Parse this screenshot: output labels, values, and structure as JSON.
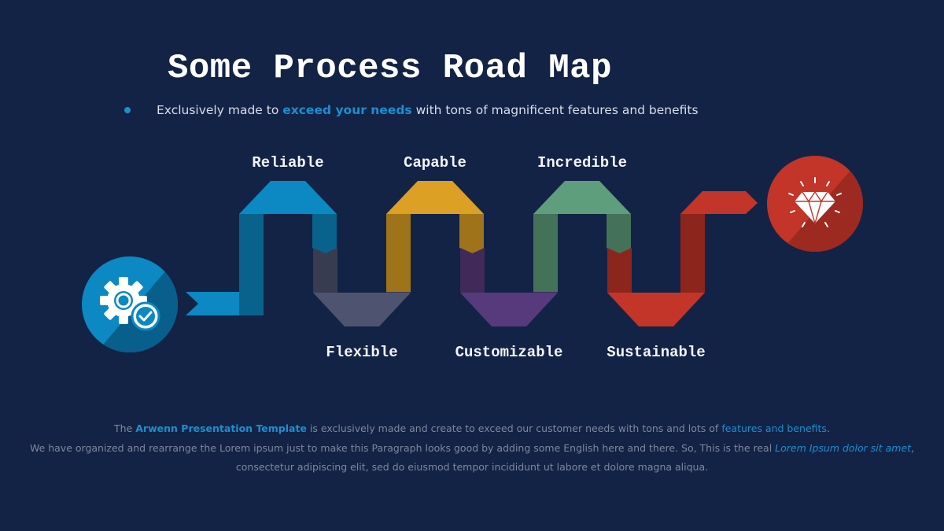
{
  "title": "Some Process Road Map",
  "subtitle": {
    "pre": "Exclusively made to ",
    "highlight": "exceed your needs",
    "post": " with tons of magnificent features and benefits"
  },
  "steps": [
    {
      "label": "Reliable",
      "position": "top",
      "color": "#0c88c2"
    },
    {
      "label": "Flexible",
      "position": "bottom",
      "color": "#4e5470"
    },
    {
      "label": "Capable",
      "position": "top",
      "color": "#dba024"
    },
    {
      "label": "Customizable",
      "position": "bottom",
      "color": "#573a7c"
    },
    {
      "label": "Incredible",
      "position": "top",
      "color": "#5e9e7c"
    },
    {
      "label": "Sustainable",
      "position": "bottom",
      "color": "#c23528"
    }
  ],
  "start_icon": {
    "name": "gear-check-icon",
    "color": "#0c88c2"
  },
  "end_icon": {
    "name": "diamond-icon",
    "color": "#c23528"
  },
  "paragraph": {
    "line1_pre": "The ",
    "line1_bold": "Arwenn Presentation Template",
    "line1_mid": " is exclusively made and create to exceed our customer needs with tons and lots of ",
    "line1_link": "features and benefits",
    "line1_post": ".",
    "line2_text": "We have organized and rearrange the Lorem ipsum just to make this Paragraph looks good by adding some English here and there. So, This is the real ",
    "line2_italic": "Lorem Ipsum dolor sit amet",
    "line2_post": ", consectetur adipiscing elit, sed do eiusmod tempor incididunt ut labore et dolore magna aliqua."
  },
  "colors": {
    "background": "#132345",
    "accent": "#1a8fd1"
  }
}
